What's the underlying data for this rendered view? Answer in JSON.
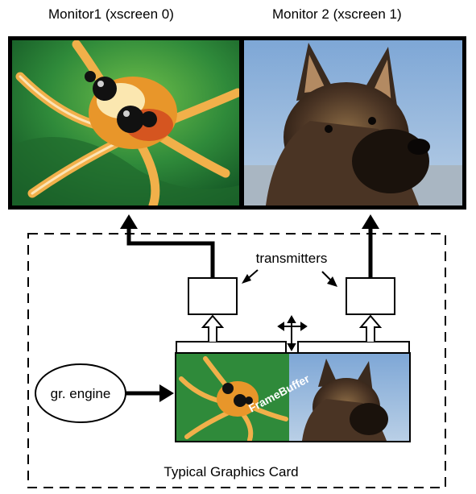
{
  "monitors": [
    {
      "label": "Monitor1 (xscreen 0)",
      "image": "jumping-spider-photo"
    },
    {
      "label": "Monitor 2 (xscreen 1)",
      "image": "german-shepherd-photo"
    }
  ],
  "graphics_card": {
    "label": "Typical Graphics Card",
    "transmitters_label": "transmitters",
    "engine_label": "gr. engine",
    "framebuffer_label": "FrameBuffer"
  },
  "colors": {
    "line": "#000000",
    "background": "#ffffff",
    "spider_green": "#2f8a3a",
    "spider_orange": "#e8962a",
    "sky_blue": "#8fb2d8",
    "dog_dark": "#3a2a1e",
    "dog_tan": "#8a6a44"
  }
}
